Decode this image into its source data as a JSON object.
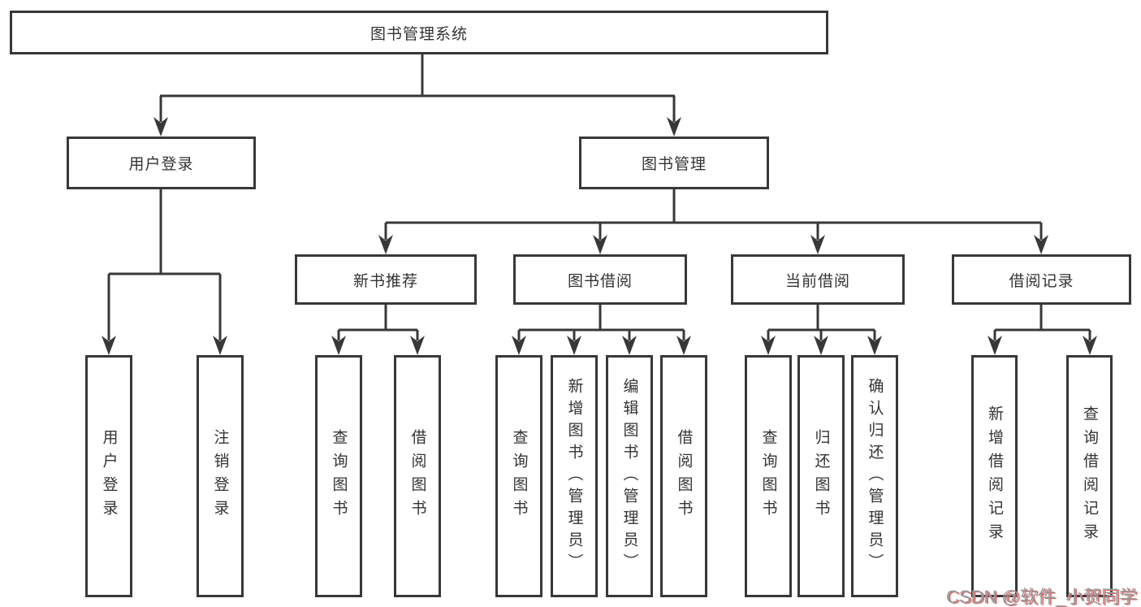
{
  "colors": {
    "line": "#383838",
    "text": "#333333",
    "background": "#ffffff",
    "watermark": "#9b9b9b",
    "watermark_shadow": "#d66a6a"
  },
  "tree": {
    "root": {
      "label": "图书管理系统"
    },
    "login_branch": {
      "label": "用户登录",
      "children": [
        {
          "label": "用户登录"
        },
        {
          "label": "注销登录"
        }
      ]
    },
    "management_branch": {
      "label": "图书管理",
      "groups": [
        {
          "label": "新书推荐",
          "children": [
            {
              "label": "查询图书"
            },
            {
              "label": "借阅图书"
            }
          ]
        },
        {
          "label": "图书借阅",
          "children": [
            {
              "label": "查询图书"
            },
            {
              "label": "新增图书（管理员）"
            },
            {
              "label": "编辑图书（管理员）"
            },
            {
              "label": "借阅图书"
            }
          ]
        },
        {
          "label": "当前借阅",
          "children": [
            {
              "label": "查询图书"
            },
            {
              "label": "归还图书"
            },
            {
              "label": "确认归还（管理员）"
            }
          ]
        },
        {
          "label": "借阅记录",
          "children": [
            {
              "label": "新增借阅记录"
            },
            {
              "label": "查询借阅记录"
            }
          ]
        }
      ]
    }
  },
  "watermark": {
    "text": "CSDN @软件_小贺同学"
  }
}
